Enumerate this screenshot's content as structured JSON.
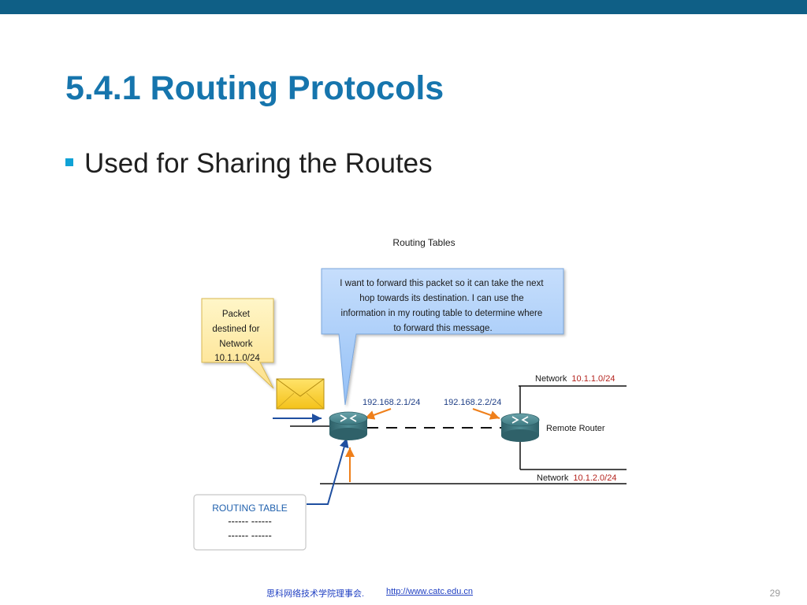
{
  "slide": {
    "title": "5.4.1 Routing Protocols",
    "bullet": "Used for Sharing the Routes",
    "page_number": "29"
  },
  "diagram": {
    "title": "Routing Tables",
    "packet_callout": [
      "Packet",
      "destined for",
      "Network",
      "10.1.1.0/24"
    ],
    "router_callout": [
      "I want to forward this packet so it can take the next",
      "hop towards its destination. I can use the",
      "information in my routing table to determine where",
      "to forward this message."
    ],
    "local_interface_ip": "192.168.2.1/24",
    "remote_interface_ip": "192.168.2.2/24",
    "remote_router_label": "Remote Router",
    "network_word": "Network",
    "network_top": "10.1.1.0/24",
    "network_bottom": "10.1.2.0/24",
    "routing_table_title": "ROUTING TABLE",
    "routing_table_rows": [
      "------ ------",
      "------ ------"
    ],
    "colors": {
      "callout_yellow": "#fde99a",
      "callout_blue": "#a9cdfa",
      "router_teal": "#3f7f86",
      "arrow_blue": "#1f4fa0",
      "arrow_orange": "#ef7f1a",
      "network_red": "#b4231d"
    },
    "icons": [
      "envelope-icon",
      "router-icon"
    ]
  },
  "footer": {
    "org": "思科网络技术学院理事会.",
    "url": "http://www.catc.edu.cn"
  }
}
